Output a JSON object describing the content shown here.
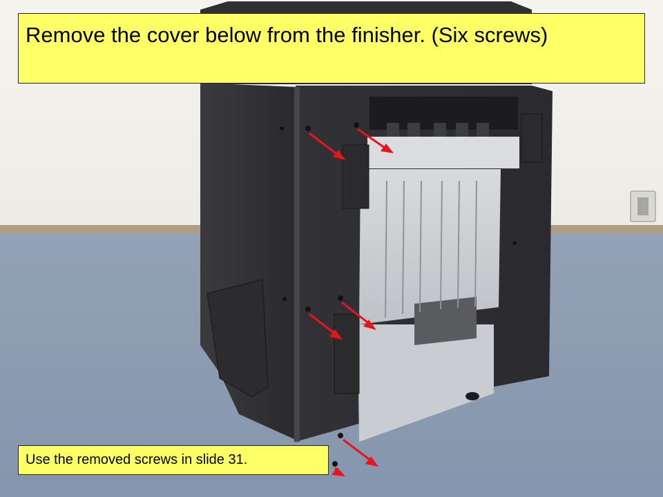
{
  "slide": {
    "instruction": "Remove the cover below from the finisher. (Six screws)",
    "note": "Use the removed screws in slide 31."
  },
  "photo": {
    "subject_icon": "finisher-photo",
    "screw_markers": 6,
    "arrow_color": "#e8141c"
  },
  "colors": {
    "callout_background": "#ffff66",
    "callout_border": "#222222",
    "text": "#000000"
  }
}
